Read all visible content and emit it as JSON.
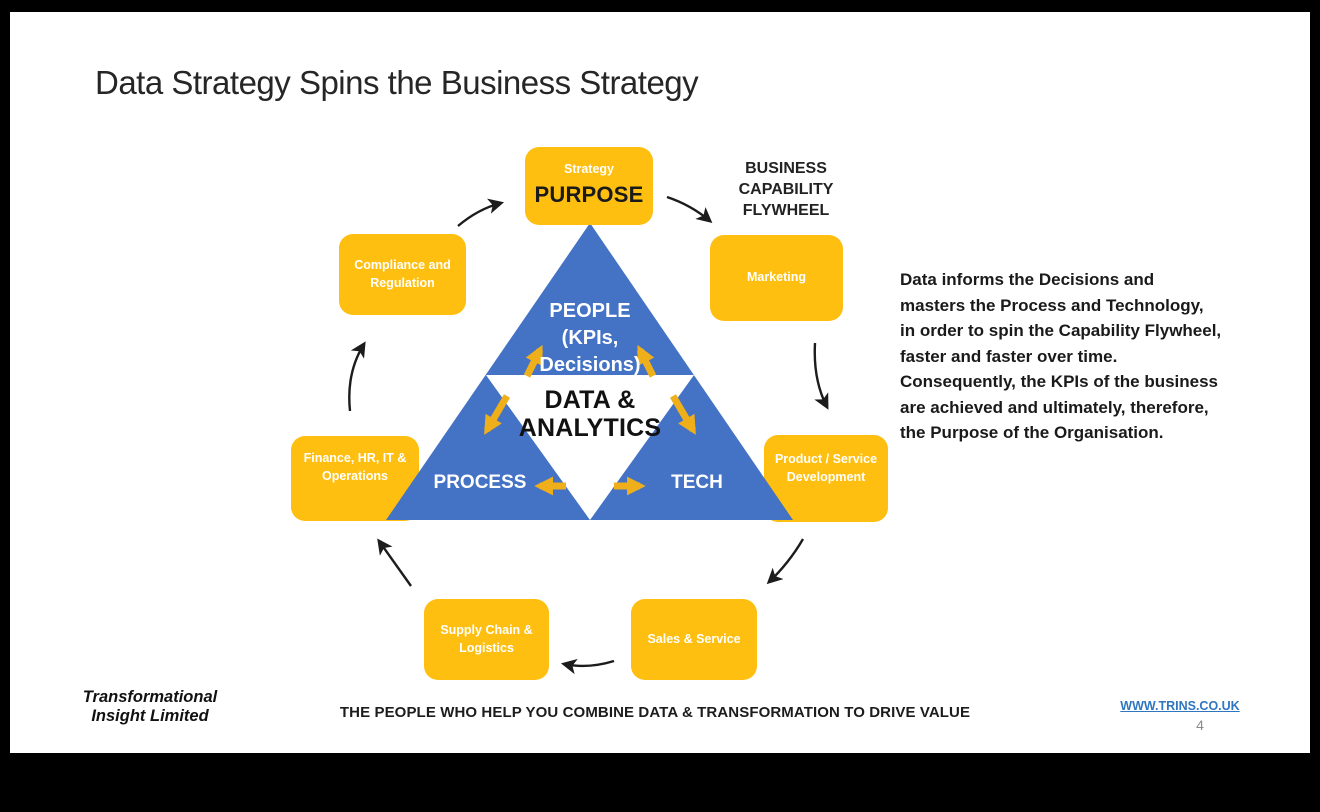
{
  "title": "Data Strategy Spins the Business Strategy",
  "flywheel": {
    "heading_lines": [
      "BUSINESS",
      "CAPABILITY",
      "FLYWHEEL"
    ],
    "boxes": {
      "strategy": "Strategy",
      "purpose": "PURPOSE",
      "marketing": "Marketing",
      "product_service": "Product / Service Development",
      "sales_service": "Sales & Service",
      "supply_chain": "Supply Chain & Logistics",
      "finance": "Finance, HR, IT & Operations",
      "compliance": "Compliance and Regulation"
    }
  },
  "triangle": {
    "people_lines": [
      "PEOPLE",
      "(KPIs,",
      "Decisions)"
    ],
    "core_lines": [
      "DATA &",
      "ANALYTICS"
    ],
    "process": "PROCESS",
    "tech": "TECH"
  },
  "description": "Data informs the Decisions and masters the Process and Technology, in order to spin the Capability Flywheel, faster and faster over time.  Consequently, the KPIs of the business are achieved and ultimately, therefore, the Purpose of the Organisation.",
  "footer": {
    "logo_line1": "Transformational",
    "logo_line2": "Insight Limited",
    "tagline": "THE PEOPLE WHO HELP YOU COMBINE DATA & TRANSFORMATION TO DRIVE VALUE",
    "website": "WWW.TRINS.CO.UK",
    "page_number": "4"
  },
  "colors": {
    "box_gold": "#FEBF10",
    "triangle_blue": "#4472C4",
    "link_blue": "#2F76C0"
  }
}
